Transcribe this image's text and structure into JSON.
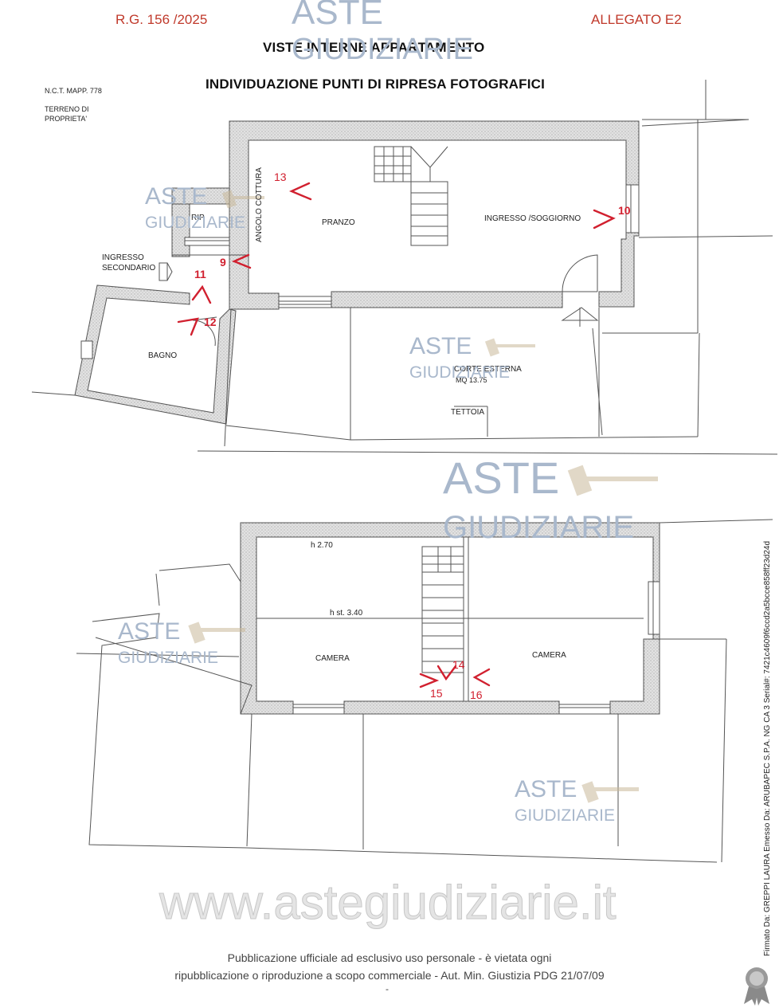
{
  "header": {
    "case_number": "R.G. 156 /2025",
    "attachment": "ALLEGATO E2",
    "title": "VISTE INTERNE APPARTAMENTO",
    "subtitle": "INDIVIDUAZIONE PUNTI DI RIPRESA FOTOGRAFICI"
  },
  "plan_notes": {
    "nct": "N.C.T. MAPP. 778",
    "terrain_line1": "TERRENO DI",
    "terrain_line2": "PROPRIETA'"
  },
  "ground_floor": {
    "rooms": {
      "kitchen_corner": "ANGOLO COTTURA",
      "dining": "PRANZO",
      "living": "INGRESSO /SOGGIORNO",
      "storage": "RIP",
      "secondary_entrance_1": "INGRESSO",
      "secondary_entrance_2": "SECONDARIO",
      "bathroom": "BAGNO",
      "courtyard_1": "CORTE ESTERNA",
      "courtyard_2": "MQ 13.75",
      "canopy": "TETTOIA"
    },
    "photo_points": [
      "13",
      "10",
      "9",
      "11",
      "12"
    ]
  },
  "first_floor": {
    "rooms": {
      "height": "h 2.70",
      "ridge_height": "h st. 3.40",
      "bedroom_left": "CAMERA",
      "bedroom_right": "CAMERA"
    },
    "photo_points": [
      "14",
      "15",
      "16"
    ]
  },
  "watermark": {
    "brand_1": "ASTE",
    "brand_2": "GIUDIZIARIE",
    "site": "www.astegiudiziarie.it"
  },
  "footer": {
    "line1": "Pubblicazione ufficiale ad esclusivo uso personale - è vietata ogni",
    "line2": "ripubblicazione o riproduzione a scopo commerciale - Aut. Min. Giustizia PDG 21/07/09",
    "mark": "-"
  },
  "signature": "Firmato Da: GREPPI LAURA Emesso Da: ARUBAPEC S.P.A. NG CA 3 Serial#: 7421c4609f6ccd2a5bcce858ff23d24d",
  "colors": {
    "accent_red": "#d1202f",
    "header_red": "#c0392b",
    "watermark_blue": "#a9b8cc",
    "wall_fill": "#d9d9d9"
  }
}
